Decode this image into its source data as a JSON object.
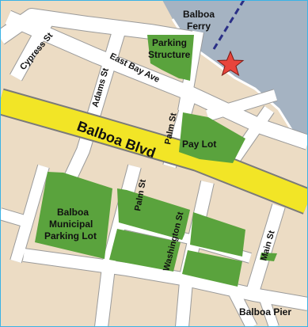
{
  "colors": {
    "land": "#ecdcc4",
    "water": "#a5b3c2",
    "water_edge": "#ffffff",
    "street": "#ffffff",
    "street_outline": "#9a9a9a",
    "boulevard": "#f2e526",
    "boulevard_outline": "#7a7a7a",
    "parking": "#5aa33d",
    "marker": "#e8453c",
    "ferry_route": "#2a2f86",
    "frame": "#3ab3e6"
  },
  "labels": {
    "ferry": [
      "Balboa",
      "Ferry"
    ],
    "parking_structure": [
      "Parking",
      "Structure"
    ],
    "east_bay_ave": "East Bay Ave",
    "cypress_st": "Cypress St",
    "adams_st": "Adams St",
    "palm_st_north": "Palm St",
    "pay_lot": "Pay Lot",
    "balboa_blvd": "Balboa Blvd",
    "municipal_lot": [
      "Balboa",
      "Municipal",
      "Parking Lot"
    ],
    "palm_st_south": "Palm St",
    "washington_st": "Washington St",
    "main_st": "Main St",
    "balboa_pier": "Balboa Pier"
  },
  "icons": {
    "marker": "star-icon"
  }
}
